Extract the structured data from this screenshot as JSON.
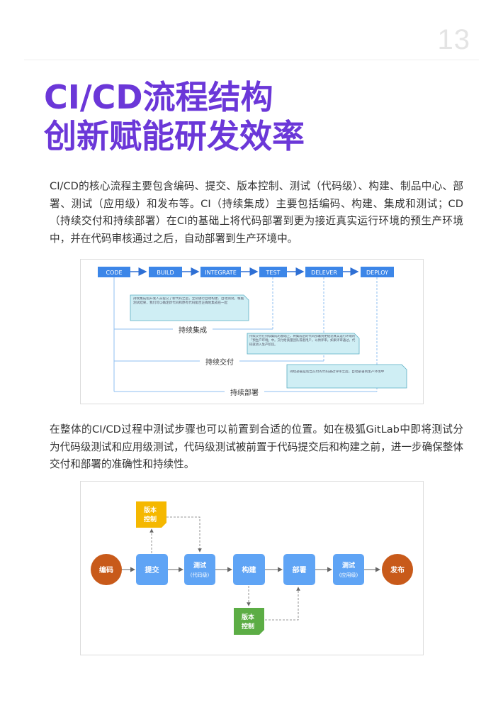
{
  "page_number": "13",
  "title": {
    "line1": "CI/CD流程结构",
    "line2": "创新赋能研发效率"
  },
  "paragraphs": {
    "p1": "CI/CD的核心流程主要包含编码、提交、版本控制、测试（代码级）、构建、制品中心、部署、测试（应用级）和发布等。CI（持续集成）主要包括编码、构建、集成和测试；CD（持续交付和持续部署）在CI的基础上将代码部署到更为接近真实运行环境的预生产环境中，并在代码审核通过之后，自动部署到生产环境中。",
    "p2": "在整体的CI/CD过程中测试步骤也可以前置到合适的位置。如在极狐GitLab中即将测试分为代码级测试和应用级测试，代码级测试被前置于代码提交后和构建之前，进一步确保整体交付和部署的准确性和持续性。"
  },
  "figure1": {
    "stages": [
      "CODE",
      "BUILD",
      "INTEGRATE",
      "TEST",
      "DELEVER",
      "DEPLOY"
    ],
    "notes": {
      "ci": "持续集成指开发人员提交了新代码之后，立刻进行自动构建、自动测试。根据测试结果，我们可以确定新代码和原有代码能否正确地集成在一起",
      "cd_delivery": "持续交付在持续集成的基础上，将集成后的代码部署到更贴近真实运行环境的「预生产环境」中。交付给质量团队或者用户，以供评审。如果评审通过，代码就进入生产阶段。",
      "cd_deploy": "持续部署是指当交付的代码通过评审之后，自动部署到生产环境中"
    },
    "spans": {
      "ci": "持续集成",
      "delivery": "持续交付",
      "deploy": "持续部署"
    }
  },
  "figure2": {
    "nodes": {
      "code": "编码",
      "commit": "提交",
      "version_top": [
        "版本",
        "控制"
      ],
      "test_code": [
        "测试",
        "(代码级)"
      ],
      "build": "构建",
      "version_bottom": [
        "版本",
        "控制"
      ],
      "deploy": "部署",
      "test_app": [
        "测试",
        "(应用级)"
      ],
      "release": "发布"
    },
    "colors": {
      "endpoint": "#c85a1a",
      "process": "#5fa4f5",
      "doc_top": "#f5b800",
      "doc_bottom": "#5cad45"
    }
  }
}
